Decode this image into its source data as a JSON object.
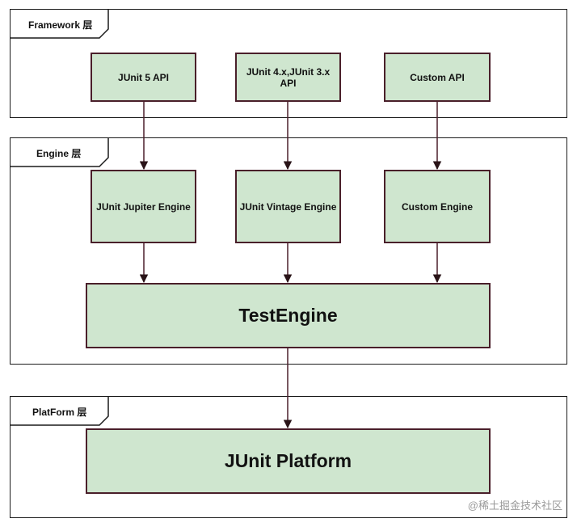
{
  "layers": {
    "framework": {
      "label": "Framework 层"
    },
    "engine": {
      "label": "Engine 层"
    },
    "platform": {
      "label": "PlatForm 层"
    }
  },
  "framework_boxes": [
    "JUnit 5 API",
    "JUnit 4.x,JUnit 3.x API",
    "Custom API"
  ],
  "engine_boxes": [
    "JUnit Jupiter Engine",
    "JUnit Vintage Engine",
    "Custom Engine"
  ],
  "test_engine": "TestEngine",
  "platform_box": "JUnit Platform",
  "watermark": "@稀土掘金技术社区",
  "colors": {
    "box_fill": "#cfe6cf",
    "box_border": "#4a1f2a",
    "arrow": "#4a1f2a"
  }
}
